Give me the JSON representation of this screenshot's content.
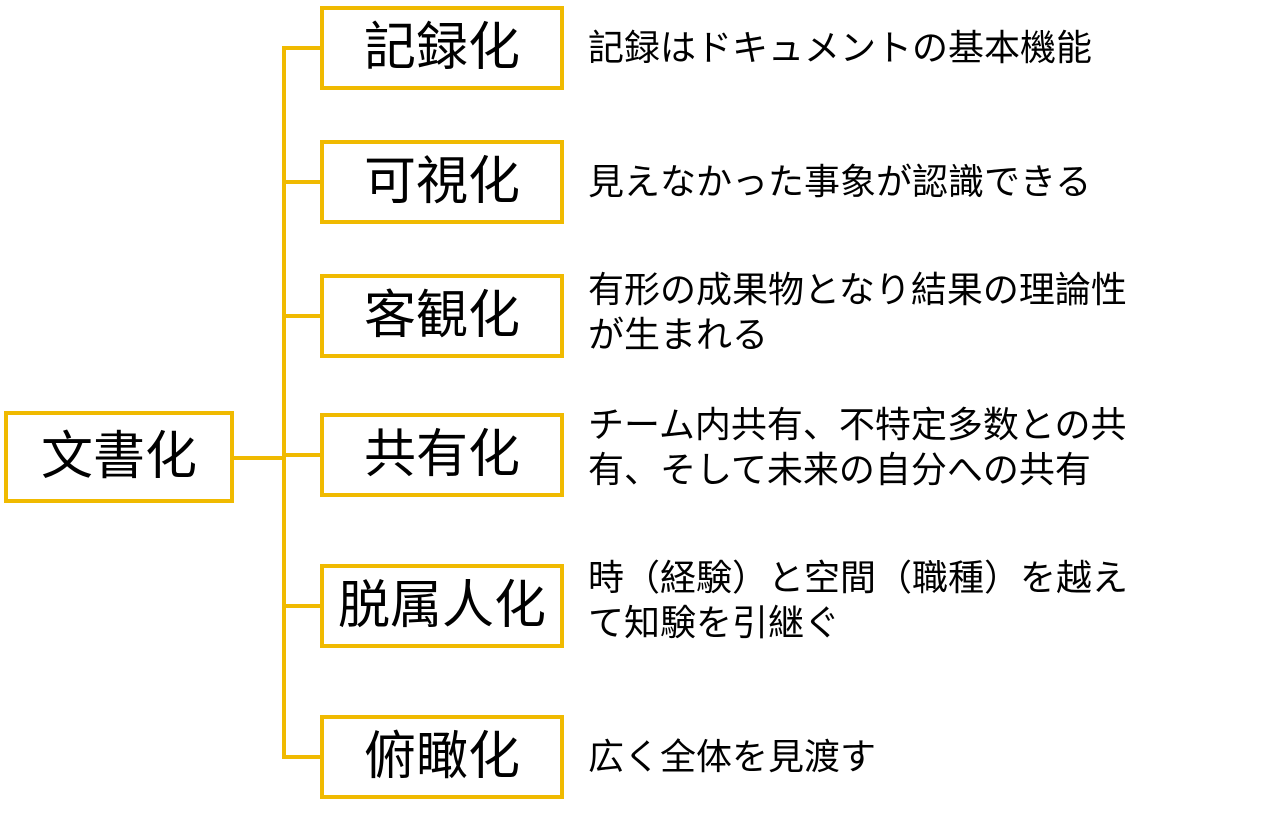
{
  "diagram": {
    "root": "文書化",
    "accent_color": "#f0ba00",
    "branches": [
      {
        "label": "記録化",
        "description": "記録はドキュメントの基本機能"
      },
      {
        "label": "可視化",
        "description": "見えなかった事象が認識できる"
      },
      {
        "label": "客観化",
        "description": "有形の成果物となり結果の理論性\nが生まれる"
      },
      {
        "label": "共有化",
        "description": "チーム内共有、不特定多数との共\n有、そして未来の自分への共有"
      },
      {
        "label": "脱属人化",
        "description": "時（経験）と空間（職種）を越え\nて知験を引継ぐ"
      },
      {
        "label": "俯瞰化",
        "description": "広く全体を見渡す"
      }
    ]
  }
}
